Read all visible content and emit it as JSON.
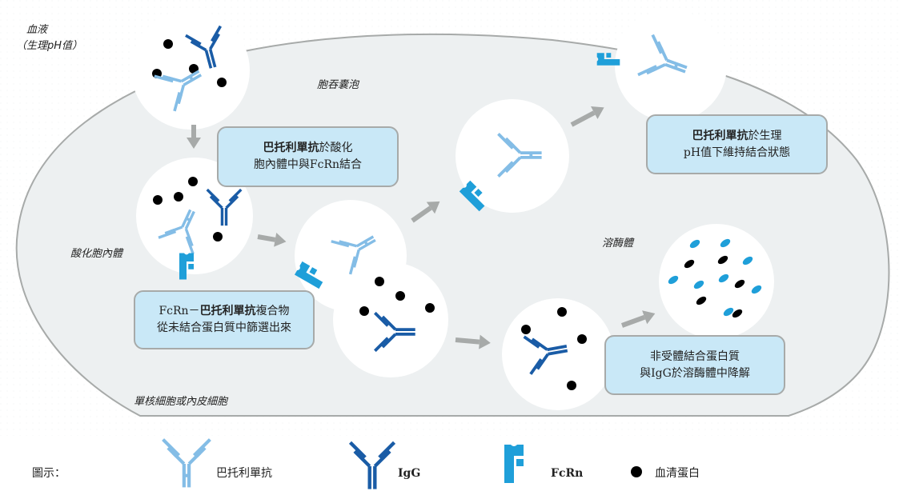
{
  "colors": {
    "background": "#ffffff",
    "cell_fill": "#edf0f1",
    "cell_stroke": "#a7aaa9",
    "vesicle_fill": "#ffffff",
    "arrow": "#a7aaa9",
    "callout_fill": "#c9e8f7",
    "callout_stroke": "#a7aaa9",
    "drug_antibody": "#84bde6",
    "igg": "#1a5ca6",
    "fcrn": "#1f9fd9",
    "serum_protein": "#000000",
    "degraded_fragment_blue": "#1f9fd9"
  },
  "labels": {
    "blood": "血液",
    "blood_ph": "（生理pH值）",
    "endocytic_vesicle": "胞吞囊泡",
    "acidified_endosome": "酸化胞內體",
    "lysosome": "溶酶體",
    "cell_type": "單核細胞或內皮細胞"
  },
  "callouts": [
    {
      "id": "binding",
      "bold": "巴托利單抗",
      "line1_rest": "於酸化",
      "line2": "胞內體中與FcRn結合"
    },
    {
      "id": "sorting",
      "line1_prefix": "FcRn－",
      "bold": "巴托利單抗",
      "line1_rest": "複合物",
      "line2": "從未結合蛋白質中篩選出來"
    },
    {
      "id": "release",
      "bold": "巴托利單抗",
      "line1_rest": "於生理",
      "line2": "pH值下維持結合狀態"
    },
    {
      "id": "degradation",
      "line1": "非受體結合蛋白質",
      "line2": "與IgG於溶酶體中降解"
    }
  ],
  "legend": {
    "title": "圖示：",
    "items": [
      {
        "icon": "drug-antibody-icon",
        "label": "巴托利單抗"
      },
      {
        "icon": "igg-icon",
        "label": "IgG"
      },
      {
        "icon": "fcrn-icon",
        "label": "FcRn"
      },
      {
        "icon": "serum-protein-icon",
        "label": "血清蛋白"
      }
    ]
  },
  "steps": [
    {
      "id": "blood-vesicle",
      "contents": [
        "巴托利單抗",
        "IgG",
        "血清蛋白 x4"
      ]
    },
    {
      "id": "acidified-endosome-vesicle",
      "contents": [
        "巴托利單抗-FcRn",
        "IgG",
        "血清蛋白 x4"
      ]
    },
    {
      "id": "sorting-vesicle-upper",
      "contents": [
        "巴托利單抗-FcRn"
      ]
    },
    {
      "id": "sorting-vesicle-lower",
      "contents": [
        "IgG",
        "血清蛋白 x3"
      ]
    },
    {
      "id": "recycling-vesicle",
      "contents": [
        "巴托利單抗-FcRn"
      ]
    },
    {
      "id": "released-at-surface",
      "contents": [
        "巴托利單抗",
        "FcRn"
      ]
    },
    {
      "id": "pre-lysosome-vesicle",
      "contents": [
        "IgG",
        "血清蛋白 x4"
      ]
    },
    {
      "id": "lysosome-vesicle",
      "contents": [
        "degraded fragments"
      ]
    }
  ]
}
